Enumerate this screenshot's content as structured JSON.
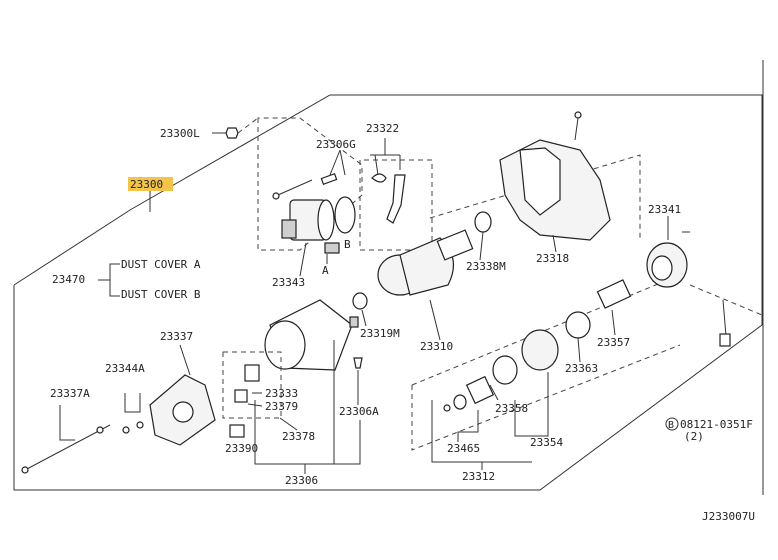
{
  "highlight_color": "#f3c44a",
  "labels": {
    "p23300L": "23300L",
    "p23306G": "23306G",
    "p23322": "23322",
    "p23300": "23300",
    "p23341": "23341",
    "p23470": "23470",
    "dust_cover_a": "DUST COVER A",
    "dust_cover_b": "DUST COVER B",
    "p23343": "23343",
    "marker_a": "A",
    "marker_b": "B",
    "p23338m": "23338M",
    "p23318": "23318",
    "p23337": "23337",
    "p23319m": "23319M",
    "p23310": "23310",
    "p23357": "23357",
    "p23344a": "23344A",
    "p23333": "23333",
    "p23379": "23379",
    "p23363": "23363",
    "p23337a": "23337A",
    "p23306a": "23306A",
    "p23358": "23358",
    "p23378": "23378",
    "p23354": "23354",
    "p23465": "23465",
    "p08121": "08121-0351F",
    "p08121_qty": "(2)",
    "marker_b_circle": "B",
    "p23390": "23390",
    "p23312": "23312",
    "p23306": "23306",
    "diagram_code": "J233007U"
  }
}
